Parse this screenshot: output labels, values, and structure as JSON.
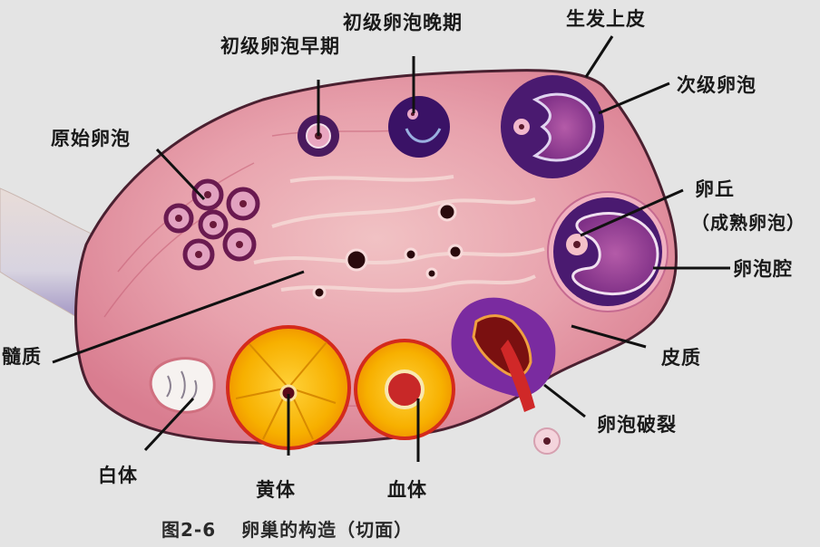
{
  "figure": {
    "number": "图2-6",
    "title": "卵巢的构造（切面）"
  },
  "labels": {
    "primary_early": "初级卵泡早期",
    "primary_late": "初级卵泡晚期",
    "germinal_epithelium": "生发上皮",
    "secondary_follicle": "次级卵泡",
    "cumulus": "卵丘",
    "mature_follicle": "（成熟卵泡）",
    "follicular_cavity": "卵泡腔",
    "primordial_follicle": "原始卵泡",
    "medulla": "髓质",
    "cortex": "皮质",
    "ovulation": "卵泡破裂",
    "corpus_albicans": "白体",
    "corpus_luteum": "黄体",
    "corpus_hemorrhagicum": "血体"
  },
  "colors": {
    "background": "#e4e4e4",
    "ovary_tissue": "#e59aa6",
    "ovary_outline": "#5a2a3a",
    "follicle_dark": "#4a1a6e",
    "follicle_purple": "#7a2f8e",
    "luteum_yellow": "#f5b400",
    "luteum_rim": "#d43020",
    "blood": "#b01818",
    "albicans": "#f4f0ee",
    "leader_line": "#111111"
  }
}
